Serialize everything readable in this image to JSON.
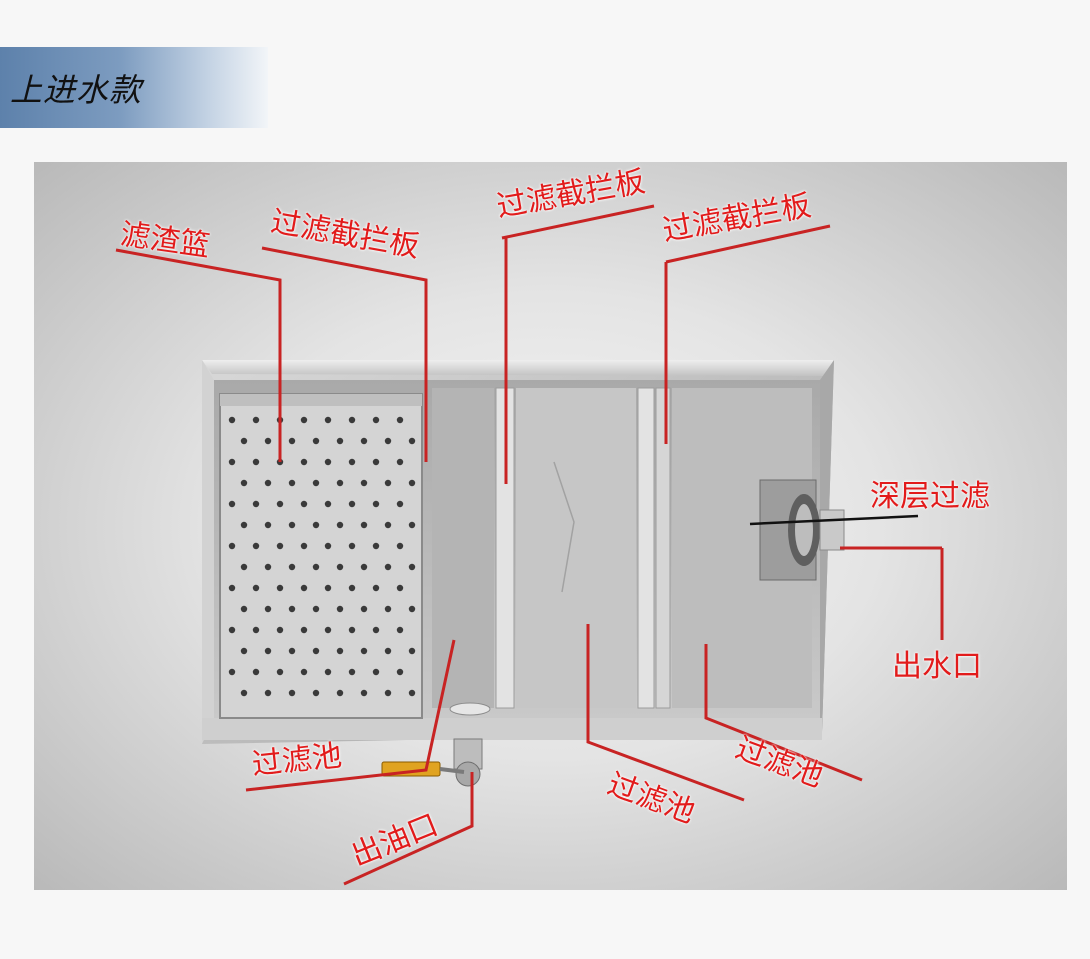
{
  "header": {
    "title": "上进水款"
  },
  "labels": {
    "basket": "滤渣篮",
    "baffle_left": "过滤截拦板",
    "baffle_mid": "过滤截拦板",
    "baffle_right": "过滤截拦板",
    "deep_filter": "深层过滤",
    "water_outlet": "出水口",
    "pool_left": "过滤池",
    "pool_mid": "过滤池",
    "pool_right": "过滤池",
    "oil_outlet": "出油口"
  },
  "colors": {
    "label": "#e21b1b",
    "leader_line": "#c82323",
    "banner": "#5d81ab"
  }
}
